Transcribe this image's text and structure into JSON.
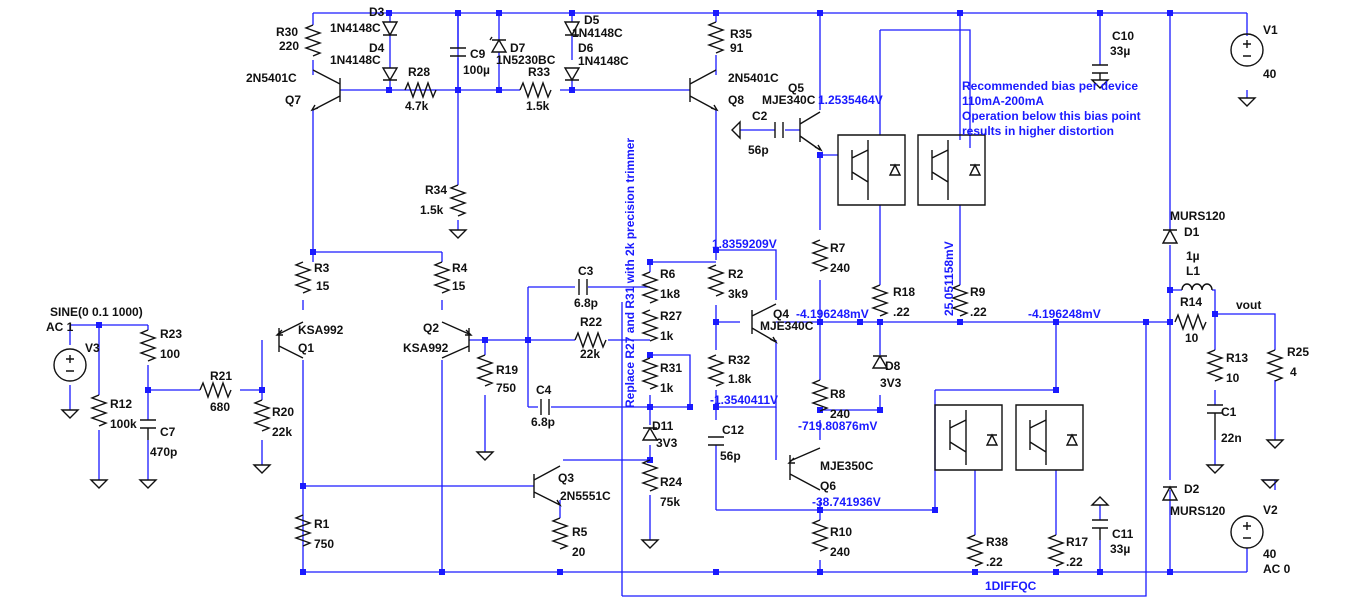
{
  "labels": {
    "r30": "R30",
    "r30v": "220",
    "d3": "D3",
    "d3v": "1N4148C",
    "d4": "D4",
    "d4v": "1N4148C",
    "c9": "C9",
    "c9v": "100µ",
    "d7": "D7",
    "d7v": "1N5230BC",
    "d5": "D5",
    "d5v": "1N4148C",
    "d6": "D6",
    "d6v": "1N4148C",
    "r35": "R35",
    "r35v": "91",
    "c10": "C10",
    "c10v": "33µ",
    "v1": "V1",
    "v1v": "40",
    "q7p": "2N5401C",
    "q7": "Q7",
    "r28": "R28",
    "r28v": "4.7k",
    "r33": "R33",
    "r33v": "1.5k",
    "q8p": "2N5401C",
    "q8": "Q8",
    "q5": "Q5",
    "q5p": "MJE340C",
    "c2": "C2",
    "c2v": "56p",
    "r34": "R34",
    "r34v": "1.5k",
    "r3": "R3",
    "r3v": "15",
    "r4": "R4",
    "r4v": "15",
    "c3": "C3",
    "c3v": "6.8p",
    "r6": "R6",
    "r6v": "1k8",
    "r2": "R2",
    "r2v": "3k9",
    "r7": "R7",
    "r7v": "240",
    "r18": "R18",
    "r18v": ".22",
    "r9": "R9",
    "r9v": ".22",
    "d1": "D1",
    "d1v": "MURS120",
    "l1": "L1",
    "l1v": "1µ",
    "r14": "R14",
    "r14v": "10",
    "vout": "vout",
    "r25": "R25",
    "r25v": "4",
    "sine": "SINE(0 0.1 1000)",
    "ac1": "AC 1",
    "v3": "V3",
    "r23": "R23",
    "r23v": "100",
    "r12": "R12",
    "r12v": "100k",
    "c7": "C7",
    "c7v": "470p",
    "r21": "R21",
    "r21v": "680",
    "r20": "R20",
    "r20v": "22k",
    "q1": "Q1",
    "q1p": "KSA992",
    "q2": "Q2",
    "q2p": "KSA992",
    "r22": "R22",
    "r22v": "22k",
    "r27": "R27",
    "r27v": "1k",
    "r31": "R31",
    "r31v": "1k",
    "r19": "R19",
    "r19v": "750",
    "c4": "C4",
    "c4v": "6.8p",
    "q4": "Q4",
    "q4p": "MJE340C",
    "r32": "R32",
    "r32v": "1.8k",
    "d8": "D8",
    "d8v": "3V3",
    "r13": "R13",
    "r13v": "10",
    "c1": "C1",
    "c1v": "22n",
    "d11": "D11",
    "d11v": "3V3",
    "r8": "R8",
    "r8v": "240",
    "c12": "C12",
    "c12v": "56p",
    "q6p": "MJE350C",
    "q6": "Q6",
    "q3": "Q3",
    "q3p": "2N5551C",
    "r24": "R24",
    "r24v": "75k",
    "r1": "R1",
    "r1v": "750",
    "r5": "R5",
    "r5v": "20",
    "r10": "R10",
    "r10v": "240",
    "r38": "R38",
    "r38v": ".22",
    "r17": "R17",
    "r17v": ".22",
    "c11": "C11",
    "c11v": "33µ",
    "d2": "D2",
    "d2v": "MURS120",
    "v2": "V2",
    "v2v": "40",
    "ac0": "AC 0",
    "diff": "1DIFFQC"
  },
  "voltages": {
    "q5_base": "1.2535464V",
    "q4_collector": "1.8359209V",
    "out_a": "-4.196248mV",
    "out_b": "-4.196248mV",
    "r9_node": "25.051158mV",
    "q4_emitter": "-1.3540411V",
    "d8_node": "-719.80876mV",
    "q6_emitter": "-38.741936V"
  },
  "notes": {
    "bias_line1": "Recommended bias per device",
    "bias_line2": "110mA-200mA",
    "bias_line3": "Operation below this bias point",
    "bias_line4": "results in higher distortion",
    "trimmer": "Replace R27 and R31 with 2k precision trimmer"
  }
}
